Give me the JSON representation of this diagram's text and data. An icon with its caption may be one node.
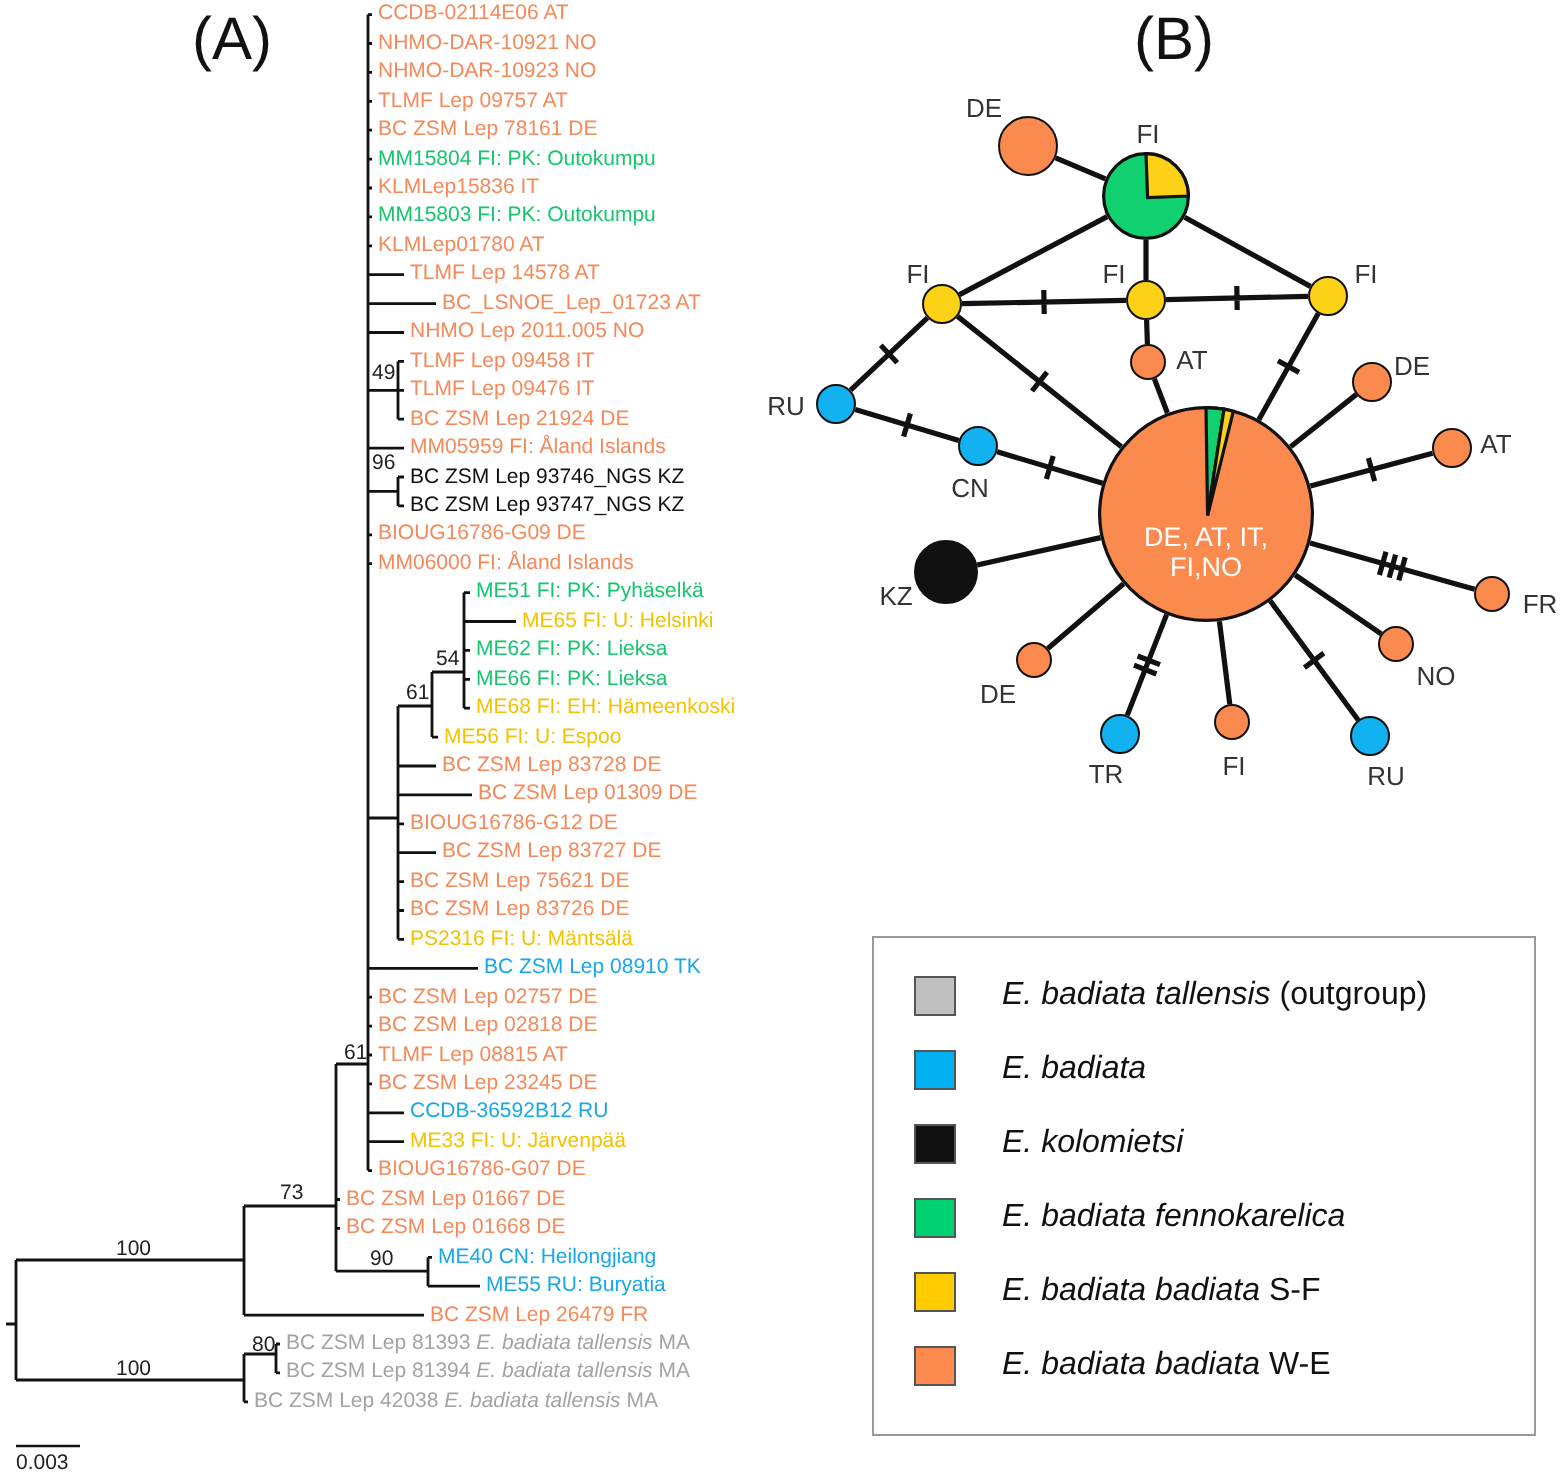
{
  "diagram": {
    "nodes": [
      {
        "text": [],
        "shape": "circle",
        "beside": [
          "DE"
        ]
      },
      {
        "text": [],
        "shape": "circle",
        "beside": [
          "FI"
        ]
      },
      {
        "text": [],
        "shape": "circle",
        "beside": [
          "FI"
        ]
      },
      {
        "text": [],
        "shape": "circle",
        "beside": [
          "FI"
        ]
      },
      {
        "text": [],
        "shape": "circle",
        "beside": [
          "FI"
        ]
      },
      {
        "text": [],
        "shape": "circle",
        "beside": [
          "AT"
        ]
      },
      {
        "text": [],
        "shape": "circle",
        "beside": [
          "DE"
        ]
      },
      {
        "text": [],
        "shape": "circle",
        "beside": [
          "RU"
        ]
      },
      {
        "text": [],
        "shape": "circle",
        "beside": [
          "AT"
        ]
      },
      {
        "text": [],
        "shape": "circle",
        "beside": [
          "CN"
        ]
      },
      {
        "text": [
          "DE, AT, IT, FI,NO"
        ]
      },
      {
        "text": [],
        "shape": "circle",
        "beside": [
          "KZ"
        ]
      },
      {
        "text": [],
        "shape": "circle",
        "beside": [
          "FR"
        ]
      },
      {
        "text": [],
        "shape": "circle",
        "beside": [
          "NO"
        ]
      },
      {
        "text": [],
        "shape": "circle",
        "beside": [
          "DE"
        ]
      },
      {
        "text": [],
        "shape": "circle",
        "beside": [
          "TR"
        ]
      },
      {
        "text": [],
        "shape": "circle",
        "beside": [
          "FI"
        ]
      },
      {
        "text": [],
        "shape": "circle",
        "beside": [
          "RU"
        ]
      }
    ],
    "edges": [
      {
        "from": 0,
        "to": 1,
        "arrow": "none"
      },
      {
        "from": 1,
        "to": 2,
        "arrow": "none"
      },
      {
        "from": 1,
        "to": 3,
        "arrow": "none"
      },
      {
        "from": 1,
        "to": 4,
        "arrow": "none"
      },
      {
        "from": 2,
        "to": 3,
        "arrow": "none"
      },
      {
        "from": 3,
        "to": 4,
        "arrow": "none"
      },
      {
        "from": 3,
        "to": 5,
        "arrow": "none"
      },
      {
        "from": 5,
        "to": 10,
        "arrow": "none"
      },
      {
        "from": 2,
        "to": 10,
        "arrow": "none"
      },
      {
        "from": 4,
        "to": 10,
        "arrow": "none"
      },
      {
        "from": 2,
        "to": 7,
        "arrow": "none"
      },
      {
        "from": 7,
        "to": 9,
        "arrow": "none"
      },
      {
        "from": 9,
        "to": 10,
        "arrow": "none"
      },
      {
        "from": 10,
        "to": 6,
        "arrow": "none"
      },
      {
        "from": 10,
        "to": 8,
        "arrow": "none"
      },
      {
        "from": 10,
        "to": 11,
        "arrow": "none"
      },
      {
        "from": 10,
        "to": 12,
        "arrow": "none"
      },
      {
        "from": 10,
        "to": 13,
        "arrow": "none"
      },
      {
        "from": 10,
        "to": 14,
        "arrow": "none"
      },
      {
        "from": 10,
        "to": 15,
        "arrow": "none"
      },
      {
        "from": 10,
        "to": 16,
        "arrow": "none"
      },
      {
        "from": 10,
        "to": 17,
        "arrow": "none"
      }
    ],
    "labels": [
      "(A)",
      "(B)",
      "CCDB-02114E06 AT",
      "NHMO-DAR-10921 NO",
      "NHMO-DAR-10923 NO",
      "TLMF Lep 09757 AT",
      "BC ZSM Lep 78161 DE",
      "MM15804 FI: PK: Outokumpu",
      "KLMLep15836 IT",
      "MM15803 FI: PK: Outokumpu",
      "KLMLep01780 AT",
      "TLMF Lep 14578 AT",
      "BC_LSNOE_Lep_01723 AT",
      "NHMO Lep 2011.005 NO",
      "TLMF Lep 09458 IT",
      "TLMF Lep 09476 IT",
      "BC ZSM Lep 21924 DE",
      "MM05959 FI: Åland Islands",
      "BC ZSM Lep 93746_NGS KZ",
      "BC ZSM Lep 93747_NGS KZ",
      "BIOUG16786-G09 DE",
      "MM06000 FI: Åland Islands",
      "ME51 FI: PK: Pyhäselkä",
      "ME65 FI: U: Helsinki",
      "ME62 FI: PK: Lieksa",
      "ME66 FI: PK: Lieksa",
      "ME68 FI: EH: Hämeenkoski",
      "ME56 FI: U: Espoo",
      "BC ZSM Lep 83728 DE",
      "BC ZSM Lep 01309 DE",
      "BIOUG16786-G12 DE",
      "BC ZSM Lep 83727 DE",
      "BC ZSM Lep 75621 DE",
      "BC ZSM Lep 83726 DE",
      "PS2316  FI: U: Mäntsälä",
      "BC ZSM Lep 08910 TK",
      "BC ZSM Lep 02757 DE",
      "BC ZSM Lep 02818 DE",
      "TLMF Lep 08815 AT",
      "BC ZSM Lep 23245 DE",
      "CCDB-36592B12 RU",
      "ME33 FI: U: Järvenpää",
      "BIOUG16786-G07 DE",
      "BC ZSM Lep 01667 DE",
      "BC ZSM Lep 01668 DE",
      "ME40 CN: Heilongjiang",
      "ME55 RU: Buryatia",
      "BC ZSM Lep 26479 FR",
      "BC ZSM Lep 81393 *E. badiata tallensis* MA",
      "BC ZSM Lep 81394 *E. badiata tallensis* MA",
      "BC ZSM Lep 42038 *E. badiata tallensis* MA",
      "49",
      "96",
      "54",
      "61",
      "61",
      "73",
      "100",
      "90",
      "80",
      "100",
      "0.003"
    ],
    "legend": [
      {
        "text": "*E. badiata tallensis* (outgroup)",
        "color": "#c0c0c0"
      },
      {
        "text": "E. badiata",
        "color": "#00b0f0"
      },
      {
        "text": "E. kolomietsi",
        "color": "#111111"
      },
      {
        "text": "E. badiata fennokarelica",
        "color": "#00d070"
      },
      {
        "text": "*E. badiata badiata* S-F",
        "color": "#ffcc00"
      },
      {
        "text": "*E. badiata badiata* W-E",
        "color": "#ff8a50"
      }
    ]
  }
}
